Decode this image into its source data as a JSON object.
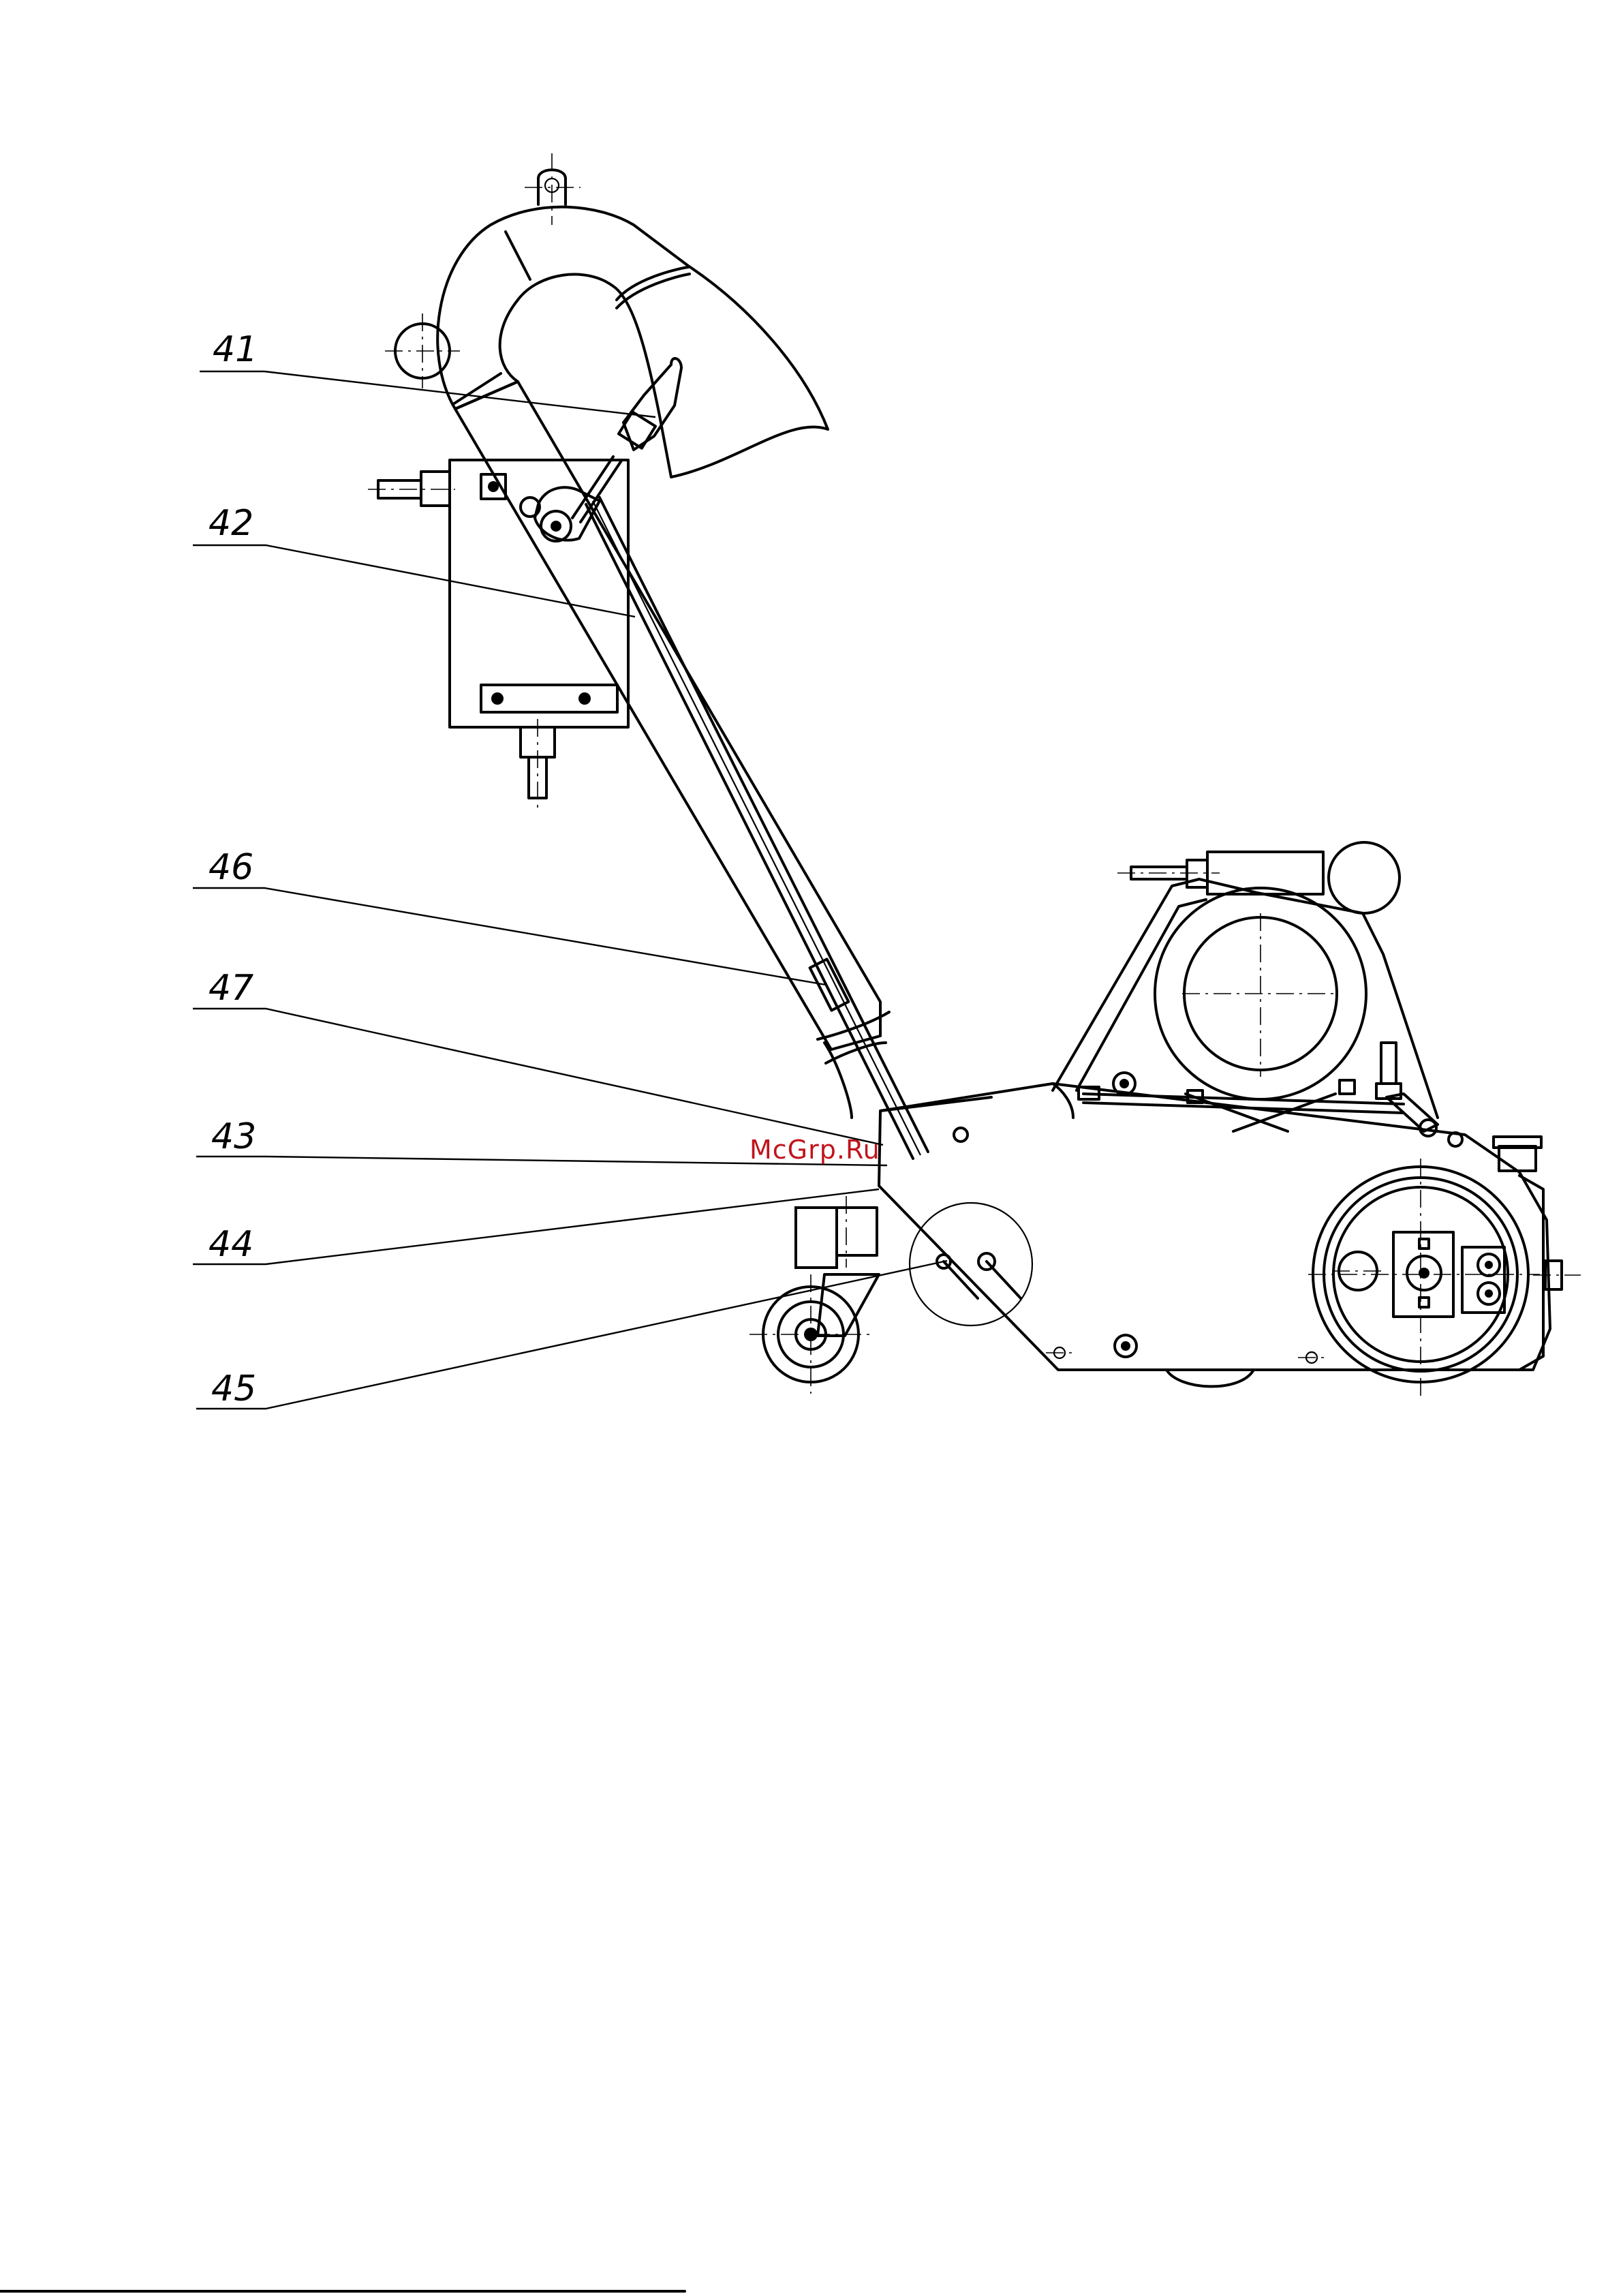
{
  "callouts": [
    {
      "id": "41",
      "label": "41"
    },
    {
      "id": "42",
      "label": "42"
    },
    {
      "id": "46",
      "label": "46"
    },
    {
      "id": "47",
      "label": "47"
    },
    {
      "id": "43",
      "label": "43"
    },
    {
      "id": "44",
      "label": "44"
    },
    {
      "id": "45",
      "label": "45"
    }
  ],
  "watermark": "McGrp.Ru"
}
